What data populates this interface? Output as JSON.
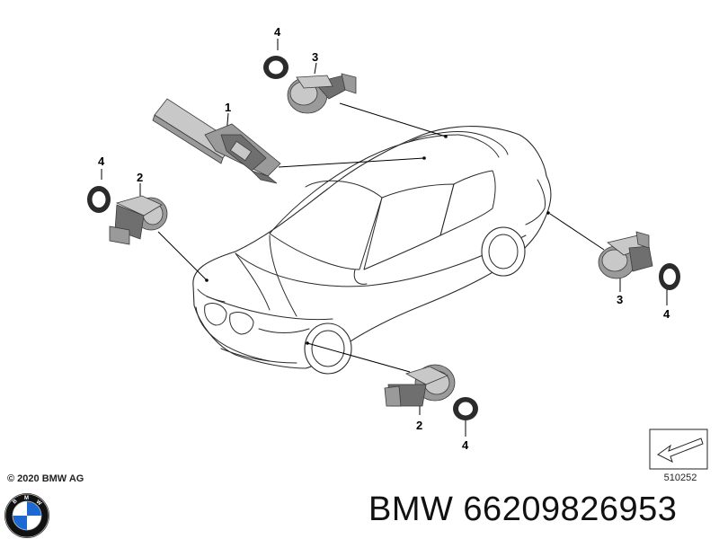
{
  "callouts": {
    "c1": "1",
    "c2a": "2",
    "c2b": "2",
    "c3a": "3",
    "c3b": "3",
    "c4a": "4",
    "c4b": "4",
    "c4c": "4",
    "c4d": "4"
  },
  "footer": {
    "copyright": "© 2020 BMW AG",
    "diagram_number": "510252",
    "caption": "BMW 66209826953"
  },
  "logo": {
    "letters": [
      "B",
      "M",
      "W"
    ],
    "colors": {
      "blue": "#1c69d4",
      "black": "#111111",
      "white": "#ffffff"
    }
  }
}
